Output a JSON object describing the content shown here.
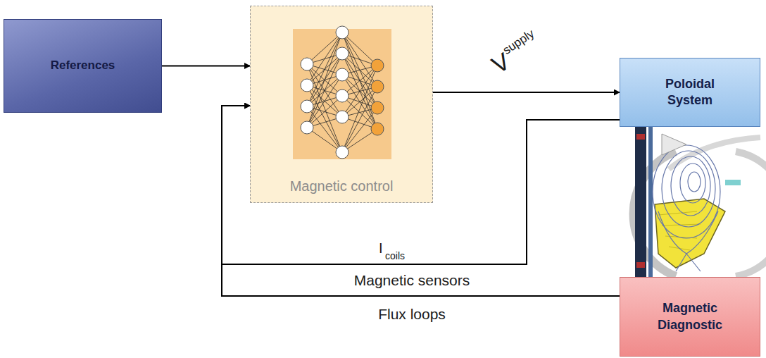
{
  "diagram": {
    "nodes": [
      {
        "text": [
          "References"
        ]
      },
      {
        "text": [
          "Magnetic control"
        ]
      },
      {
        "text": [
          "Poloidal System"
        ]
      },
      {
        "text": [
          "Magnetic Diagnostic"
        ]
      }
    ],
    "edges": [
      {
        "from": 0,
        "to": 1,
        "arrow": "to"
      },
      {
        "from": 1,
        "to": 2,
        "label": "V",
        "arrow": "to"
      },
      {
        "from": 2,
        "to": 1,
        "label": "I",
        "arrow": "to"
      },
      {
        "from": 3,
        "to": 1,
        "label": "Magnetic sensors",
        "arrow": "to"
      }
    ],
    "labels": [
      "supply",
      "coils",
      "Flux loops"
    ]
  }
}
